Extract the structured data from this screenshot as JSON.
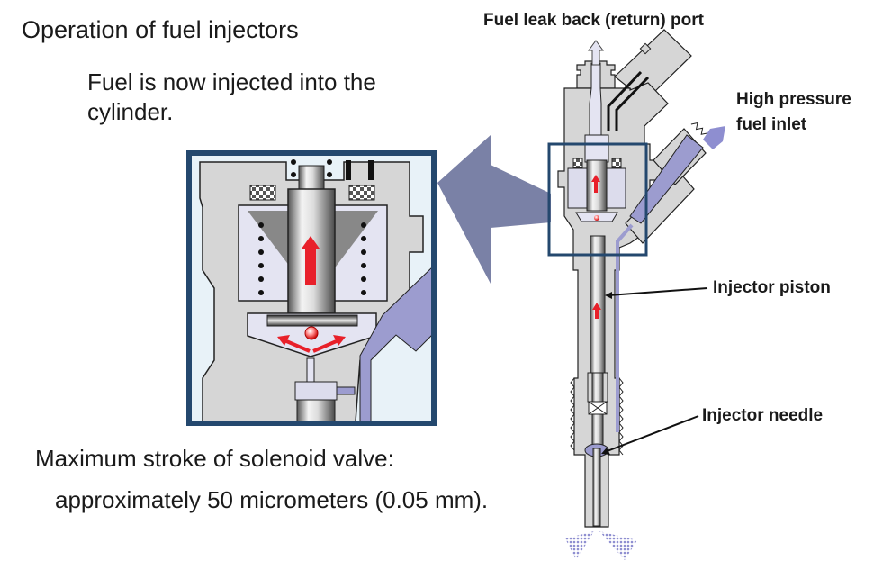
{
  "title": "Operation of fuel injectors",
  "subtitle_lines": [
    "Fuel is now injected into the",
    "cylinder."
  ],
  "notes": {
    "line1": "Maximum stroke of solenoid valve:",
    "line2": "approximately 50 micrometers (0.05 mm)."
  },
  "labels": {
    "return_port": "Fuel leak back (return) port",
    "inlet_line1": "High pressure",
    "inlet_line2": "fuel inlet",
    "piston": "Injector piston",
    "needle": "Injector needle"
  },
  "colors": {
    "body_gray": "#d6d6d6",
    "fuel_blue": "#9c9ccf",
    "frame_navy": "#24486e",
    "pointer_arrow": "#7a81a6",
    "motion_red": "#e8202a"
  }
}
